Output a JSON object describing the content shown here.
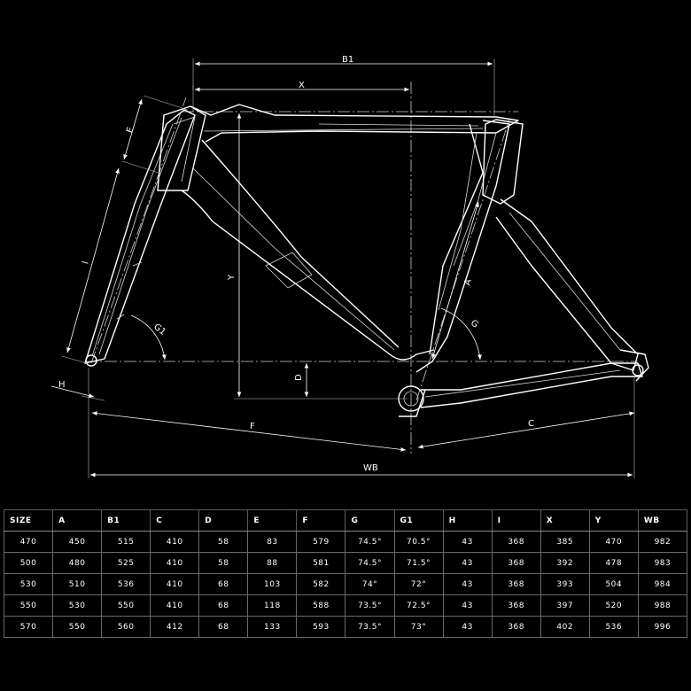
{
  "diagram": {
    "title": "",
    "dimension_labels": {
      "B1": "B1",
      "X": "X",
      "E": "E",
      "I": "I",
      "Y": "Y",
      "A": "A",
      "G1": "G1",
      "G": "G",
      "D": "D",
      "H": "H",
      "F": "F",
      "C": "C",
      "WB": "WB"
    },
    "colors": {
      "background": "#000000",
      "line": "#ffffff",
      "grid": "#5a5a5a"
    }
  },
  "table": {
    "headers": [
      "SIZE",
      "A",
      "B1",
      "C",
      "D",
      "E",
      "F",
      "G",
      "G1",
      "H",
      "I",
      "X",
      "Y",
      "WB"
    ],
    "rows": [
      [
        "470",
        "450",
        "515",
        "410",
        "58",
        "83",
        "579",
        "74.5°",
        "70.5°",
        "43",
        "368",
        "385",
        "470",
        "982"
      ],
      [
        "500",
        "480",
        "525",
        "410",
        "58",
        "88",
        "581",
        "74.5°",
        "71.5°",
        "43",
        "368",
        "392",
        "478",
        "983"
      ],
      [
        "530",
        "510",
        "536",
        "410",
        "68",
        "103",
        "582",
        "74°",
        "72°",
        "43",
        "368",
        "393",
        "504",
        "984"
      ],
      [
        "550",
        "530",
        "550",
        "410",
        "68",
        "118",
        "588",
        "73.5°",
        "72.5°",
        "43",
        "368",
        "397",
        "520",
        "988"
      ],
      [
        "570",
        "550",
        "560",
        "412",
        "68",
        "133",
        "593",
        "73.5°",
        "73°",
        "43",
        "368",
        "402",
        "536",
        "996"
      ]
    ]
  }
}
